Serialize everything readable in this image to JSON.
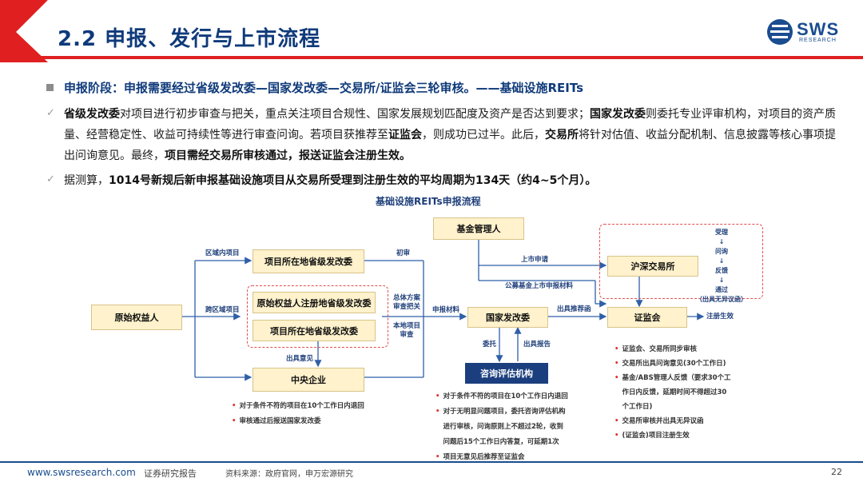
{
  "header": {
    "title": "2.2 申报、发行与上市流程",
    "logo_text": "SWS",
    "logo_sub": "RESEARCH"
  },
  "bullets": {
    "b1_text": "申报阶段：申报需要经过省级发改委—国家发改委—交易所/证监会三轮审核。——基础设施REITs",
    "b2": [
      {
        "t": "省级发改委",
        "b": true
      },
      {
        "t": "对项目进行初步审查与把关，重点关注项目合规性、国家发展规划匹配度及资产是否达到要求；",
        "b": false
      },
      {
        "t": "国家发改委",
        "b": true
      },
      {
        "t": "则委托专业评审机构，对项目的资产质量、经营稳定性、收益可持续性等进行审查问询。若项目获推荐至",
        "b": false
      },
      {
        "t": "证监会",
        "b": true
      },
      {
        "t": "，则成功已过半。此后，",
        "b": false
      },
      {
        "t": "交易所",
        "b": true
      },
      {
        "t": "将针对估值、收益分配机制、信息披露等核心事项提出问询意见。最终，",
        "b": false
      },
      {
        "t": "项目需经交易所审核通过，报送证监会注册生效。",
        "b": true
      }
    ],
    "b3": [
      {
        "t": "据测算，",
        "b": false
      },
      {
        "t": "1014号新规后新申报基础设施项目从交易所受理到注册生效的平均周期为134天（约4~5个月）。",
        "b": true
      }
    ]
  },
  "flow": {
    "title": "基础设施REITs申报流程",
    "boxes": {
      "yuanshi": "原始权益人",
      "local_ndrc": "项目所在地省级发改委",
      "reg_ndrc": "原始权益人注册地省级发改委",
      "local_ndrc2": "项目所在地省级发改委",
      "central": "中央企业",
      "fund_mgr": "基金管理人",
      "ndrc": "国家发改委",
      "consult": "咨询评估机构",
      "exchange": "沪深交易所",
      "csrc": "证监会"
    },
    "labels": {
      "inner": "区域内项目",
      "cross": "跨区域项目",
      "chuju": "出具意见",
      "chushen": "初审",
      "zongti": "总体方案\n审查把关",
      "bendi": "本地项目\n审查",
      "shenbao": "申报材料",
      "shangshi": "上市申请",
      "gongmu": "公募基金上市申报材料",
      "tuijian": "出具推荐函",
      "zhuce": "注册生效",
      "weituo": "委托",
      "baogao": "出具报告"
    },
    "chain": [
      "受理",
      "↓",
      "问询",
      "↓",
      "反馈",
      "↓",
      "通过",
      "（出具无异议函）"
    ],
    "notes_left": [
      "对于条件不符的项目在10个工作日内退回",
      "审核通过后报送国家发改委"
    ],
    "notes_mid": [
      "对于条件不符的项目在10个工作日内退回",
      "对于无明显问题项目，委托咨询评估机构",
      "进行审核，问询原则上不超过2轮，收到",
      "问题后15个工作日内答复，可延期1次",
      "项目无意见后推荐至证监会"
    ],
    "notes_mid_dot": [
      true,
      true,
      false,
      false,
      true
    ],
    "notes_right": [
      "证监会、交易所同步审核",
      "交易所出具问询意见(30个工作日)",
      "基金/ABS管理人反馈（要求30个工",
      "作日内反馈，延期时间不得超过30",
      "个工作日)",
      "交易所审核并出具无异议函",
      "(证监会)项目注册生效"
    ],
    "notes_right_dot": [
      true,
      true,
      true,
      false,
      false,
      true,
      true
    ]
  },
  "footer": {
    "url": "www.swsresearch.com",
    "tag": "证券研究报告",
    "source": "资料来源：政府官网，申万宏源研究",
    "page": "22"
  },
  "colors": {
    "brand": "#1a4d8f",
    "accent": "#e02020",
    "box": "#fff2cc"
  }
}
